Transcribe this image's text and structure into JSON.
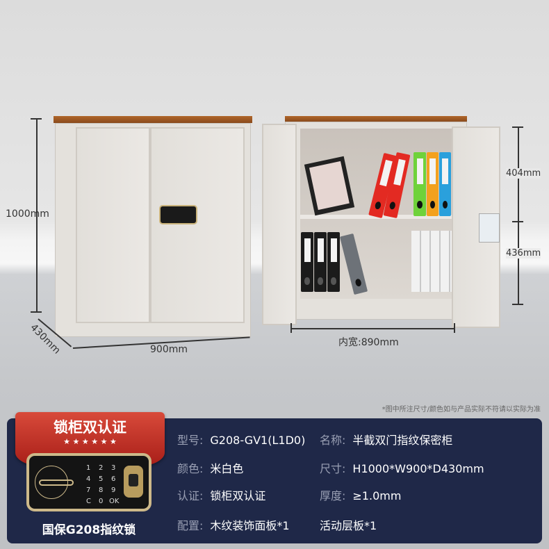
{
  "dimensions": {
    "height": "1000mm",
    "depth": "430mm",
    "width": "900mm",
    "upper_compartment": "404mm",
    "lower_compartment": "436mm",
    "inner_width": "内宽:890mm"
  },
  "note": "*图中所注尺寸/颜色如与产品实际不符请以实际为准",
  "badge": {
    "title": "锁柜双认证",
    "stars": "★ ★ ★ ★ ★ ★"
  },
  "lock": {
    "caption": "国保G208指纹锁",
    "keys": [
      "1",
      "2",
      "3",
      "4",
      "5",
      "6",
      "7",
      "8",
      "9",
      "C",
      "0",
      "OK"
    ]
  },
  "specs": [
    {
      "label": "型号:",
      "value": "G208-GV1(L1D0)"
    },
    {
      "label": "名称:",
      "value": "半截双门指纹保密柜"
    },
    {
      "label": "颜色:",
      "value": "米白色"
    },
    {
      "label": "尺寸:",
      "value": "H1000*W900*D430mm"
    },
    {
      "label": "认证:",
      "value": "锁柜双认证"
    },
    {
      "label": "厚度:",
      "value": "≥1.0mm"
    },
    {
      "label": "配置:",
      "value": "木纹装饰面板*1"
    },
    {
      "label": "",
      "value": "活动层板*1"
    }
  ],
  "colors": {
    "panel": "#1f2848",
    "ribbon": "#c0302a",
    "gold": "#cdb98a"
  }
}
